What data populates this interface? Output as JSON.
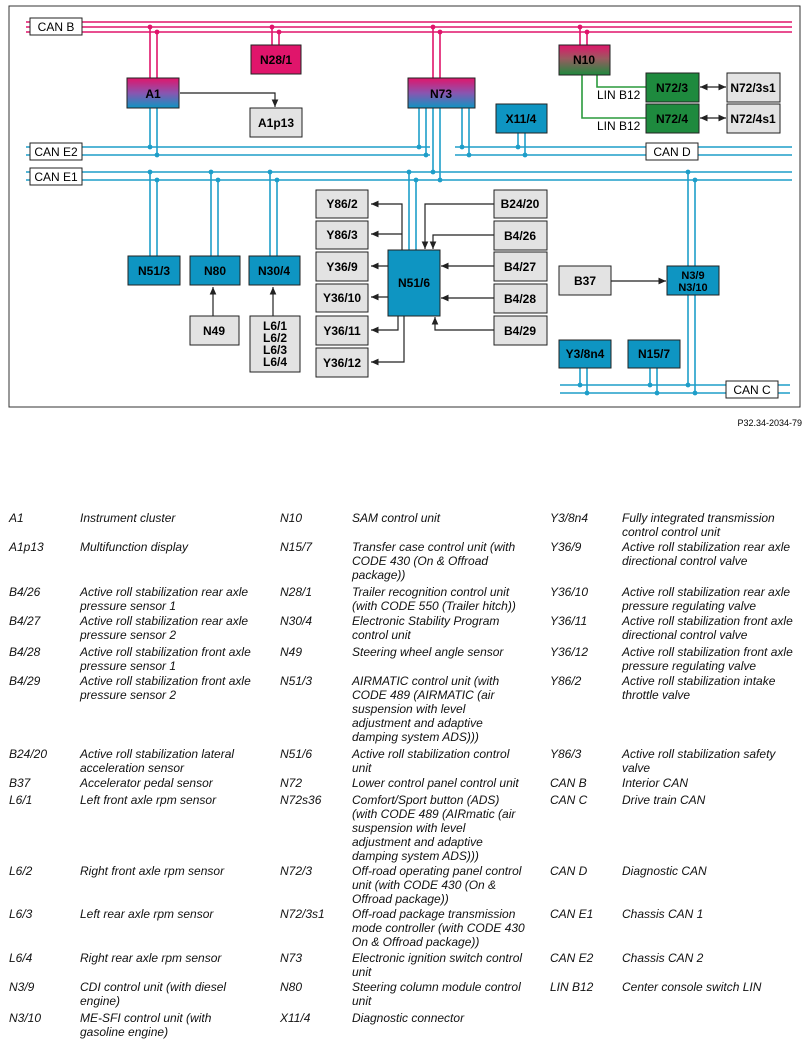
{
  "doc_ref": "P32.34-2034-79",
  "buses": {
    "can_b": "CAN B",
    "can_e2": "CAN E2",
    "can_e1": "CAN E1",
    "can_d": "CAN D",
    "can_c": "CAN C",
    "lin_b12_top": "LIN B12",
    "lin_b12_bottom": "LIN B12"
  },
  "components": {
    "a1": "A1",
    "a1p13": "A1p13",
    "n28_1": "N28/1",
    "n73": "N73",
    "n10": "N10",
    "n72_3": "N72/3",
    "n72_3s1": "N72/3s1",
    "n72_4": "N72/4",
    "n72_4s1": "N72/4s1",
    "x11_4": "X11/4",
    "n51_3": "N51/3",
    "n80": "N80",
    "n30_4": "N30/4",
    "n49": "N49",
    "l6": [
      "L6/1",
      "L6/2",
      "L6/3",
      "L6/4"
    ],
    "y86_2": "Y86/2",
    "y86_3": "Y86/3",
    "y36_9": "Y36/9",
    "y36_10": "Y36/10",
    "y36_11": "Y36/11",
    "y36_12": "Y36/12",
    "n51_6": "N51/6",
    "b24_20": "B24/20",
    "b4_26": "B4/26",
    "b4_27": "B4/27",
    "b4_28": "B4/28",
    "b4_29": "B4/29",
    "b37": "B37",
    "n3_9": "N3/9",
    "n3_10": "N3/10",
    "y3_8n4": "Y3/8n4",
    "n15_7": "N15/7"
  },
  "colors": {
    "bus_blue": "#1e9ec9",
    "bus_magenta": "#e0156b",
    "lin_green": "#2a9a3c",
    "module_blue": "#0e95c2",
    "module_magenta": "#e0156b",
    "module_green": "#1e8a3e",
    "peripheral_gray": "#e3e3e3"
  },
  "legend": {
    "col1": [
      {
        "code": "A1",
        "desc": "Instrument cluster"
      },
      {
        "code": "A1p13",
        "desc": "Multifunction display"
      },
      {
        "code": "B4/26",
        "desc": "Active roll stabilization rear axle pressure sensor 1"
      },
      {
        "code": "B4/27",
        "desc": "Active roll stabilization rear axle pressure sensor 2"
      },
      {
        "code": "B4/28",
        "desc": "Active roll stabilization front axle pressure sensor 1"
      },
      {
        "code": "B4/29",
        "desc": "Active roll stabilization front axle pressure sensor 2"
      },
      {
        "code": "B24/20",
        "desc": "Active roll stabilization lateral acceleration sensor"
      },
      {
        "code": "B37",
        "desc": "Accelerator pedal sensor"
      },
      {
        "code": "L6/1",
        "desc": "Left front axle rpm sensor"
      },
      {
        "code": "L6/2",
        "desc": "Right front axle rpm sensor"
      },
      {
        "code": "L6/3",
        "desc": "Left rear axle rpm sensor"
      },
      {
        "code": "L6/4",
        "desc": "Right rear axle rpm sensor"
      },
      {
        "code": "N3/9",
        "desc": "CDI control unit (with diesel engine)"
      },
      {
        "code": "N3/10",
        "desc": "ME-SFI control unit (with gasoline engine)"
      }
    ],
    "col2": [
      {
        "code": "N10",
        "desc": "SAM control unit"
      },
      {
        "code": "N15/7",
        "desc": "Transfer case control unit (with CODE 430 (On & Offroad package))"
      },
      {
        "code": "N28/1",
        "desc": "Trailer recognition control unit (with CODE 550 (Trailer hitch))"
      },
      {
        "code": "N30/4",
        "desc": "Electronic Stability Program control unit"
      },
      {
        "code": "N49",
        "desc": "Steering wheel angle sensor"
      },
      {
        "code": "N51/3",
        "desc": "AIRMATIC control unit (with CODE 489 (AIRMATIC (air suspension with level adjustment and adaptive damping system ADS)))"
      },
      {
        "code": "N51/6",
        "desc": "Active roll stabilization control unit"
      },
      {
        "code": "N72",
        "desc": "Lower control panel control unit"
      },
      {
        "code": "N72s36",
        "desc": "Comfort/Sport button (ADS) (with CODE 489 (AIRmatic (air suspension with level adjustment and adaptive damping system ADS)))"
      },
      {
        "code": "N72/3",
        "desc": "Off-road operating panel control unit (with CODE 430 (On & Offroad package))"
      },
      {
        "code": "N72/3s1",
        "desc": "Off-road package transmission mode controller (with CODE 430 On & Offroad package))"
      },
      {
        "code": "N73",
        "desc": "Electronic ignition switch control unit"
      },
      {
        "code": "N80",
        "desc": "Steering column module control unit"
      },
      {
        "code": "X11/4",
        "desc": "Diagnostic connector"
      }
    ],
    "col3": [
      {
        "code": "Y3/8n4",
        "desc": "Fully integrated transmission control control unit"
      },
      {
        "code": "Y36/9",
        "desc": "Active roll stabilization rear axle directional control valve"
      },
      {
        "code": "Y36/10",
        "desc": "Active roll stabilization rear axle pressure regulating valve"
      },
      {
        "code": "Y36/11",
        "desc": "Active roll stabilization front axle directional control valve"
      },
      {
        "code": "Y36/12",
        "desc": "Active roll stabilization front axle pressure regulating valve"
      },
      {
        "code": "Y86/2",
        "desc": "Active roll stabilization intake throttle valve"
      },
      {
        "code": "Y86/3",
        "desc": "Active roll stabilization safety valve"
      },
      {
        "code": "CAN B",
        "desc": "Interior CAN"
      },
      {
        "code": "CAN C",
        "desc": "Drive train CAN"
      },
      {
        "code": "CAN D",
        "desc": "Diagnostic CAN"
      },
      {
        "code": "CAN E1",
        "desc": "Chassis CAN 1"
      },
      {
        "code": "CAN E2",
        "desc": "Chassis CAN 2"
      },
      {
        "code": "LIN B12",
        "desc": "Center console switch LIN"
      }
    ]
  }
}
